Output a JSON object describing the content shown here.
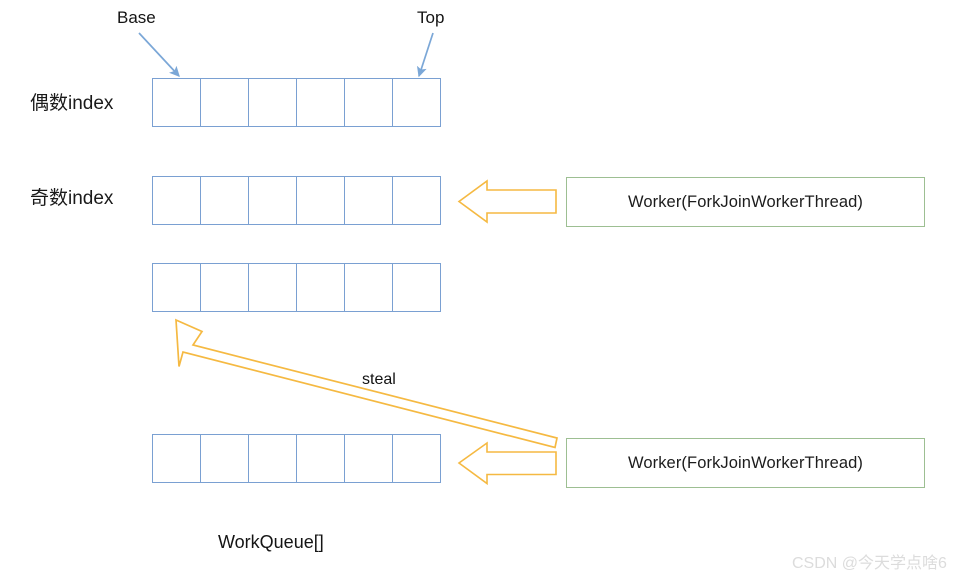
{
  "diagram": {
    "title_caption": "WorkQueue[]",
    "pointer_labels": {
      "base": "Base",
      "top": "Top"
    },
    "row_labels": {
      "even": "偶数index",
      "odd": "奇数index"
    },
    "steal_label": "steal",
    "worker_box_label_top": "Worker(ForkJoinWorkerThread)",
    "worker_box_label_bottom": "Worker(ForkJoinWorkerThread)",
    "cells_per_row": 6,
    "rows": 4,
    "colors": {
      "cell_border": "#7aa0d2",
      "arrow_blue": "#7ba7d7",
      "arrow_orange": "#f5b942",
      "box_border": "#9dbf92",
      "text": "#141414",
      "background": "#ffffff",
      "watermark": "#dcdcdc"
    }
  },
  "watermark": {
    "text": "CSDN @今天学点啥6"
  }
}
